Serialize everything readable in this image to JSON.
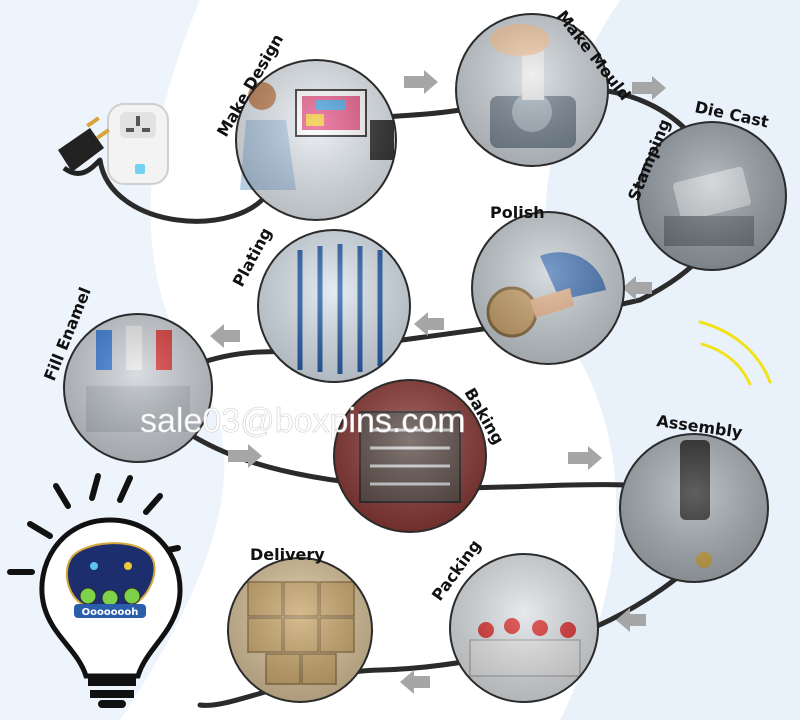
{
  "steps": [
    {
      "label": "Make Design",
      "icon": "designer-at-computer-photo"
    },
    {
      "label": "Make Mould",
      "icon": "mould-engraving-photo"
    },
    {
      "label": "Die Cast",
      "icon": "die-cast-photo"
    },
    {
      "label": "Stamping",
      "icon": "stamping-press-photo"
    },
    {
      "label": "Polish",
      "icon": "polishing-wheel-photo"
    },
    {
      "label": "Plating",
      "icon": "plating-racks-photo"
    },
    {
      "label": "Fill Enamel",
      "icon": "enamel-filling-photo"
    },
    {
      "label": "Baking",
      "icon": "baking-oven-photo"
    },
    {
      "label": "Assembly",
      "icon": "assembly-photo"
    },
    {
      "label": "Packing",
      "icon": "packing-workers-photo"
    },
    {
      "label": "Delivery",
      "icon": "delivery-boxes-photo"
    }
  ],
  "watermark": "sale03@boxpins.com",
  "pin_text": "Oooooooh",
  "colors": {
    "cable": "#2b2b2b",
    "arrow": "#a6a6a6",
    "background_curve": "#e9f1fb",
    "spark": "#f2e21a",
    "text": "#111111"
  }
}
